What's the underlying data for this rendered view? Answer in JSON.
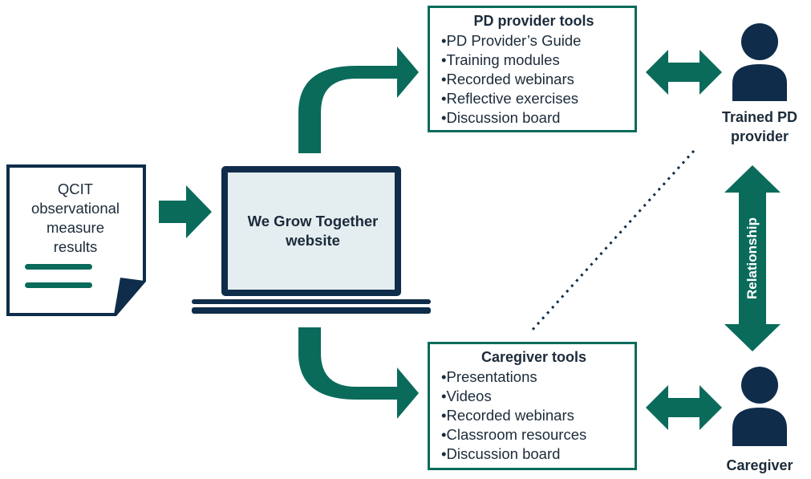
{
  "document": {
    "lines": [
      "QCIT",
      "observational",
      "measure",
      "results"
    ]
  },
  "website": {
    "label": "We Grow Together website"
  },
  "pd_tools": {
    "title": "PD provider tools",
    "items": [
      "PD Provider’s Guide",
      "Training modules",
      "Recorded webinars",
      "Reflective exercises",
      "Discussion board"
    ]
  },
  "caregiver_tools": {
    "title": "Caregiver tools",
    "items": [
      "Presentations",
      "Videos",
      "Recorded webinars",
      "Classroom resources",
      "Discussion board"
    ]
  },
  "people": {
    "pd_provider": {
      "label_line1": "Trained PD",
      "label_line2": "provider",
      "icon": "person-icon"
    },
    "caregiver": {
      "label": "Caregiver",
      "icon": "person-icon"
    }
  },
  "relationship": {
    "label": "Relationship"
  },
  "colors": {
    "green": "#0a6b5b",
    "navy": "#0f2d4a",
    "screen": "#e4edf0",
    "white": "#ffffff"
  }
}
